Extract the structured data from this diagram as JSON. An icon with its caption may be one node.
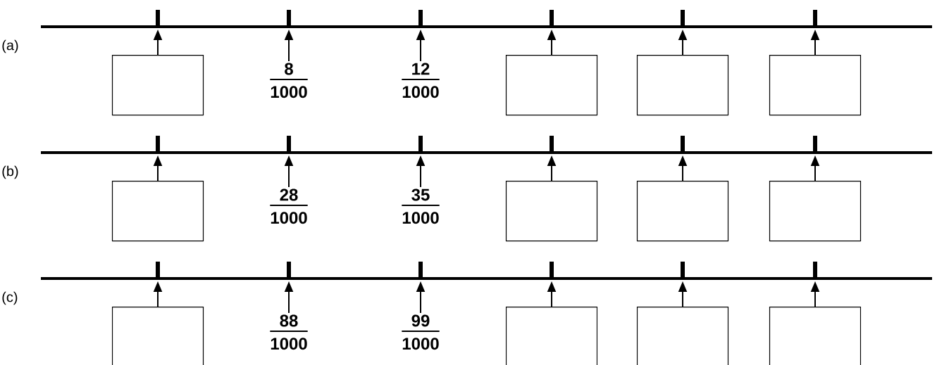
{
  "diagram": {
    "nodes": [
      {
        "text": [],
        "shape": "box"
      },
      {
        "text": [
          "8",
          "1000"
        ]
      },
      {
        "text": [
          "12",
          "1000"
        ]
      },
      {
        "text": [],
        "shape": "box"
      },
      {
        "text": [],
        "shape": "box"
      },
      {
        "text": [],
        "shape": "box"
      },
      {
        "text": [],
        "shape": "box"
      },
      {
        "text": [
          "28",
          "1000"
        ]
      },
      {
        "text": [
          "35",
          "1000"
        ]
      },
      {
        "text": [],
        "shape": "box"
      },
      {
        "text": [],
        "shape": "box"
      },
      {
        "text": [],
        "shape": "box"
      },
      {
        "text": [],
        "shape": "box"
      },
      {
        "text": [
          "88",
          "1000"
        ]
      },
      {
        "text": [
          "99",
          "1000"
        ]
      },
      {
        "text": [],
        "shape": "box"
      },
      {
        "text": [],
        "shape": "box"
      },
      {
        "text": [],
        "shape": "box"
      }
    ],
    "edges": [
      {
        "from": 0,
        "to": null,
        "arrow": "to"
      },
      {
        "from": 1,
        "to": null,
        "arrow": "to"
      },
      {
        "from": 2,
        "to": null,
        "arrow": "to"
      },
      {
        "from": 3,
        "to": null,
        "arrow": "to"
      },
      {
        "from": 4,
        "to": null,
        "arrow": "to"
      },
      {
        "from": 5,
        "to": null,
        "arrow": "to"
      },
      {
        "from": 6,
        "to": null,
        "arrow": "to"
      },
      {
        "from": 7,
        "to": null,
        "arrow": "to"
      },
      {
        "from": 8,
        "to": null,
        "arrow": "to"
      },
      {
        "from": 9,
        "to": null,
        "arrow": "to"
      },
      {
        "from": 10,
        "to": null,
        "arrow": "to"
      },
      {
        "from": 11,
        "to": null,
        "arrow": "to"
      },
      {
        "from": 12,
        "to": null,
        "arrow": "to"
      },
      {
        "from": 13,
        "to": null,
        "arrow": "to"
      },
      {
        "from": 14,
        "to": null,
        "arrow": "to"
      },
      {
        "from": 15,
        "to": null,
        "arrow": "to"
      },
      {
        "from": 16,
        "to": null,
        "arrow": "to"
      },
      {
        "from": 17,
        "to": null,
        "arrow": "to"
      }
    ],
    "labels": [
      "(a)",
      "(b)",
      "(c)"
    ]
  }
}
